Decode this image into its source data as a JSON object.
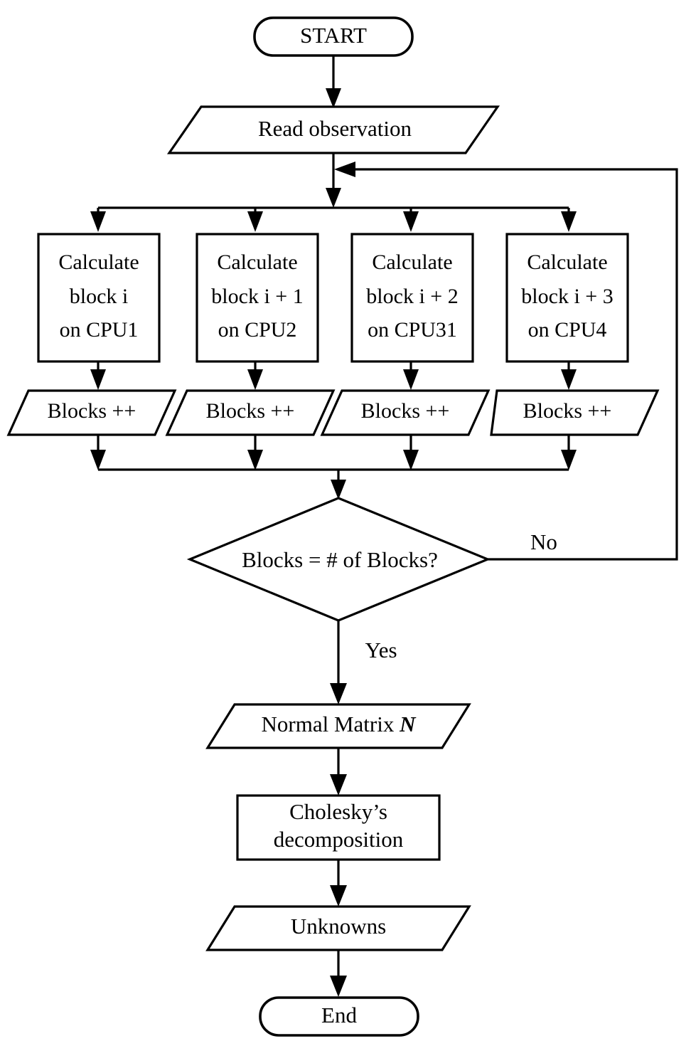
{
  "diagram": {
    "type": "flowchart",
    "orientation": "top-to-bottom",
    "title_visible": false,
    "stroke_color": "#000000",
    "fill_color": "#ffffff",
    "background": "#ffffff"
  },
  "nodes": {
    "start": {
      "label": "START",
      "shape": "terminator"
    },
    "read_observation": {
      "label": "Read observation",
      "shape": "parallelogram"
    },
    "calc1": {
      "line1": "Calculate",
      "line2": "block i",
      "line3": "on CPU1",
      "shape": "process"
    },
    "calc2": {
      "line1": "Calculate",
      "line2": "block i + 1",
      "line3": "on CPU2",
      "shape": "process"
    },
    "calc3": {
      "line1": "Calculate",
      "line2": "block i + 2",
      "line3": "on CPU31",
      "shape": "process"
    },
    "calc4": {
      "line1": "Calculate",
      "line2": "block i + 3",
      "line3": "on CPU4",
      "shape": "process"
    },
    "blocks_inc_1": {
      "label": "Blocks ++",
      "shape": "parallelogram"
    },
    "blocks_inc_2": {
      "label": "Blocks ++",
      "shape": "parallelogram"
    },
    "blocks_inc_3": {
      "label": "Blocks ++",
      "shape": "parallelogram"
    },
    "blocks_inc_4": {
      "label": "Blocks ++",
      "shape": "parallelogram"
    },
    "decision": {
      "label": "Blocks = # of Blocks?",
      "shape": "diamond"
    },
    "normal_matrix": {
      "label_prefix": "Normal Matrix ",
      "label_symbol": "N",
      "shape": "parallelogram"
    },
    "cholesky": {
      "line1": "Cholesky’s",
      "line2": "decomposition",
      "shape": "process"
    },
    "unknowns": {
      "label": "Unknowns",
      "shape": "parallelogram"
    },
    "end": {
      "label": "End",
      "shape": "terminator"
    }
  },
  "branch_labels": {
    "no": "No",
    "yes": "Yes"
  },
  "edges": [
    {
      "from": "start",
      "to": "read_observation",
      "label": ""
    },
    {
      "from": "read_observation",
      "to": "fan_out",
      "label": ""
    },
    {
      "from": "fan_out",
      "to": "calc1",
      "label": ""
    },
    {
      "from": "fan_out",
      "to": "calc2",
      "label": ""
    },
    {
      "from": "fan_out",
      "to": "calc3",
      "label": ""
    },
    {
      "from": "fan_out",
      "to": "calc4",
      "label": ""
    },
    {
      "from": "calc1",
      "to": "blocks_inc_1",
      "label": ""
    },
    {
      "from": "calc2",
      "to": "blocks_inc_2",
      "label": ""
    },
    {
      "from": "calc3",
      "to": "blocks_inc_3",
      "label": ""
    },
    {
      "from": "calc4",
      "to": "blocks_inc_4",
      "label": ""
    },
    {
      "from": "blocks_inc_1",
      "to": "merge",
      "label": ""
    },
    {
      "from": "blocks_inc_2",
      "to": "merge",
      "label": ""
    },
    {
      "from": "blocks_inc_3",
      "to": "merge",
      "label": ""
    },
    {
      "from": "blocks_inc_4",
      "to": "merge",
      "label": ""
    },
    {
      "from": "merge",
      "to": "decision",
      "label": ""
    },
    {
      "from": "decision",
      "to": "fan_out",
      "label": "No"
    },
    {
      "from": "decision",
      "to": "normal_matrix",
      "label": "Yes"
    },
    {
      "from": "normal_matrix",
      "to": "cholesky",
      "label": ""
    },
    {
      "from": "cholesky",
      "to": "unknowns",
      "label": ""
    },
    {
      "from": "unknowns",
      "to": "end",
      "label": ""
    }
  ]
}
